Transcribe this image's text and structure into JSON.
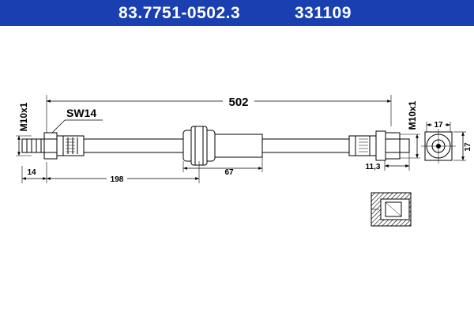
{
  "header": {
    "part_number": "83.7751-0502.3",
    "reference": "331109"
  },
  "colors": {
    "header_bg": "#1a3fb0",
    "header_text": "#ffffff",
    "line": "#000000"
  },
  "dimensions": {
    "total_length": "502",
    "thread_left": "M10x1",
    "thread_right": "M10x1",
    "wrench_size": "SW14",
    "end_length": "14",
    "to_middle": "198",
    "middle_length": "67",
    "end_offset": "11,3",
    "width_a": "17",
    "width_b": "17"
  }
}
